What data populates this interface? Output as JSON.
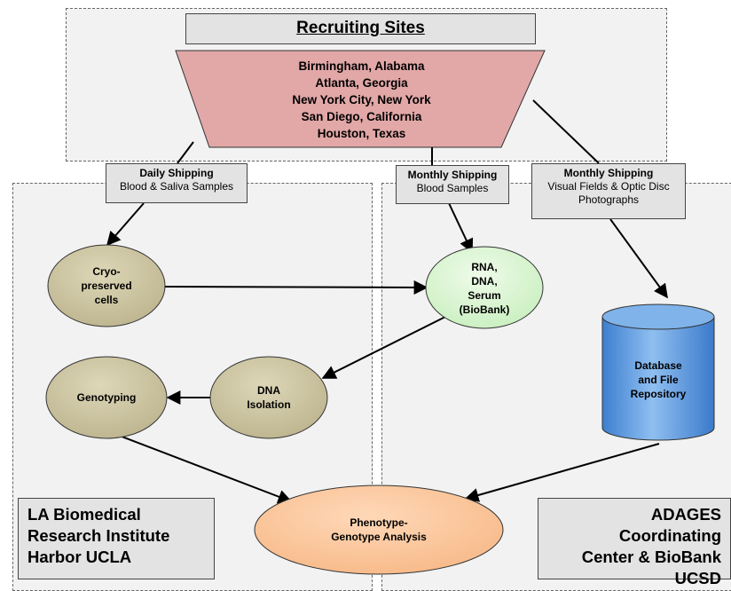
{
  "recruiting": {
    "title": "Recruiting Sites",
    "sites": [
      "Birmingham, Alabama",
      "Atlanta, Georgia",
      "New York City, New York",
      "San Diego, California",
      "Houston, Texas"
    ]
  },
  "shipping": {
    "daily": {
      "title": "Daily Shipping",
      "detail": "Blood & Saliva Samples"
    },
    "monthly_blood": {
      "title": "Monthly Shipping",
      "detail": "Blood Samples"
    },
    "monthly_visual": {
      "title": "Monthly Shipping",
      "detail_1": "Visual Fields & Optic Disc",
      "detail_2": "Photographs"
    }
  },
  "nodes": {
    "cryo": [
      "Cryo-",
      "preserved",
      "cells"
    ],
    "rna": [
      "RNA,",
      "DNA,",
      "Serum",
      "(BioBank)"
    ],
    "dna_isolation": [
      "DNA",
      "Isolation"
    ],
    "genotyping": "Genotyping",
    "database": [
      "Database",
      "and File",
      "Repository"
    ],
    "phenotype": [
      "Phenotype-",
      "Genotype Analysis"
    ]
  },
  "institutions": {
    "la": [
      "LA Biomedical",
      "Research Institute",
      "Harbor UCLA"
    ],
    "ucsd": [
      "ADAGES Coordinating",
      "Center & BioBank",
      "UCSD"
    ]
  },
  "colors": {
    "trapezoid": "#e2a7a7",
    "olive_node": "#c9c2a0",
    "green_node": "#d8f5d0",
    "orange_node": "#fcc79c",
    "cylinder": "#4f8fdc",
    "gray_box": "#e3e3e3"
  }
}
